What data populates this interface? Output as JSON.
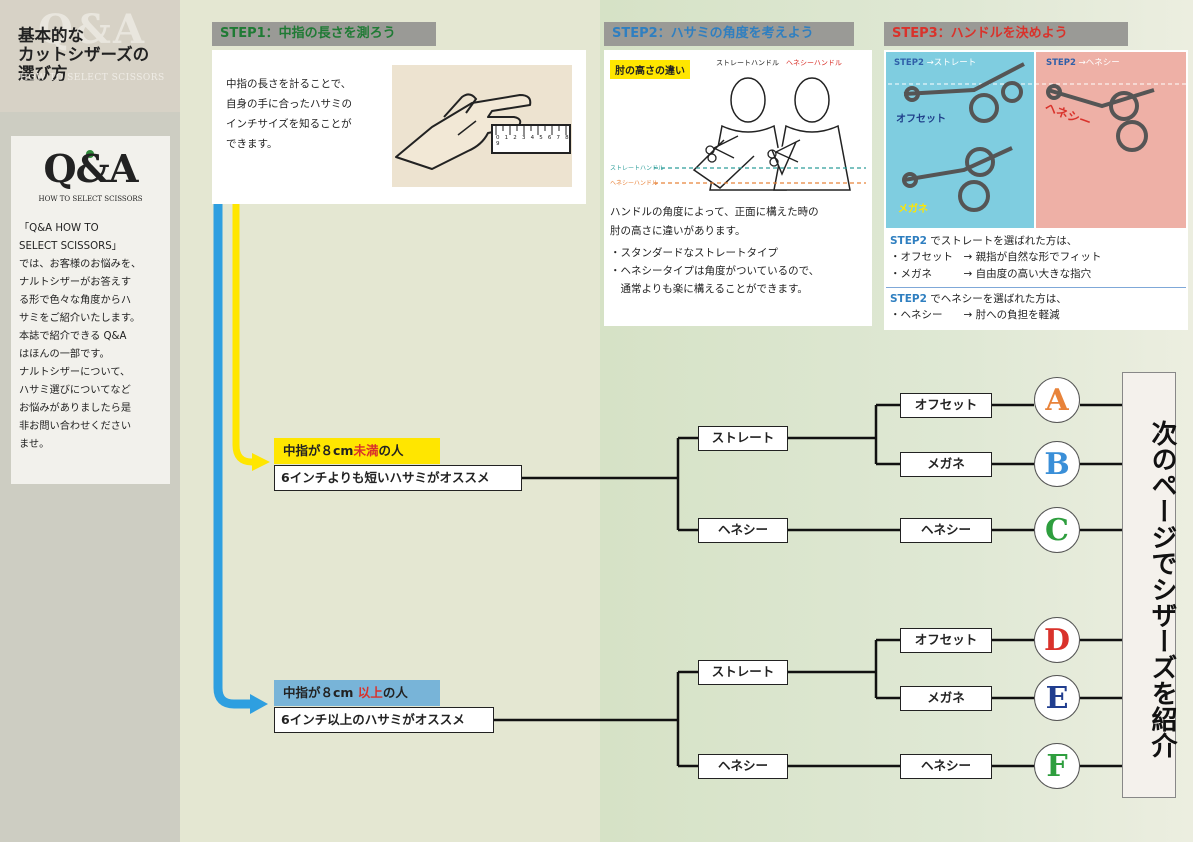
{
  "sidebar": {
    "title_ghost": "Q&A",
    "title": "基本的な\nカットシザーズの\n選び方",
    "title_sub": "HOW TO SELECT SCISSORS",
    "card_logo": "Q&A",
    "card_sub": "HOW TO SELECT SCISSORS",
    "card_text": "「Q&A HOW TO\nSELECT SCISSORS」\nでは、お客様のお悩みを、\nナルトシザーがお答えす\nる形で色々な角度からハ\nサミをご紹介いたします。\n本誌で紹介できる Q&A\nはほんの一部です。\nナルトシザーについて、\nハサミ選びについてなど\nお悩みがありましたら是\n非お問い合わせください\nませ。"
  },
  "step1": {
    "label": "STEP1：中指の長さを測ろう",
    "text": "中指の長さを計ることで、\n自身の手に合ったハサミの\nインチサイズを知ることが\nできます。",
    "ruler_numbers": "0 1 2 3 4 5 6 7 8 9"
  },
  "step2": {
    "label": "STEP2：ハサミの角度を考えよう",
    "tag": "肘の高さの違い",
    "handle_straight": "ストレートハンドル",
    "handle_offset": "ヘネシーハンドル",
    "line_straight": "ストレートハンドル",
    "line_offset": "ヘネシーハンドル",
    "text": "ハンドルの角度によって、正面に構えた時の\n肘の高さに違いがあります。",
    "bullets": "・スタンダードなストレートタイプ\n・ヘネシータイプは角度がついているので、\n　通常よりも楽に構えることができます。"
  },
  "step3": {
    "label": "STEP3：ハンドルを決めよう",
    "left_header_a": "STEP2",
    "left_header_b": "→ストレート",
    "right_header_a": "STEP2",
    "right_header_b": "→ヘネシー",
    "offset_label": "オフセット",
    "megane_label": "メガネ",
    "hennessy_label": "ヘネシー",
    "note1_lead": "STEP2",
    "note1_title": " でストレートを選ばれた方は、",
    "note1_body": "・オフセット　→ 親指が自然な形でフィット\n・メガネ　　　→ 自由度の高い大きな指穴",
    "note2_lead": "STEP2",
    "note2_title": " でヘネシーを選ばれた方は、",
    "note2_body": "・ヘネシー　　→ 肘への負担を軽減"
  },
  "tree": {
    "short_tag_a": "中指が８cm",
    "short_tag_b": "未満",
    "short_tag_c": "の人",
    "short_lead": "6インチよりも短いハサミがオススメ",
    "long_tag_a": "中指が８cm ",
    "long_tag_b": "以上",
    "long_tag_c": "の人",
    "long_lead": "6インチ以上のハサミがオススメ",
    "straight": "ストレート",
    "hennessy": "ヘネシー",
    "offset": "オフセット",
    "megane": "メガネ",
    "results": [
      "A",
      "B",
      "C",
      "D",
      "E",
      "F"
    ]
  },
  "next_page": "次のページでシザーズを紹介",
  "colors": {
    "yellow": "#ffe600",
    "blue": "#2e9fe0",
    "step1_green": "#1f7a34",
    "step2_blue": "#2f7fc0",
    "step3_red": "#d9322b",
    "orange_a": "#e8833a",
    "blue_b": "#3a8fd8",
    "green_c": "#2e9e3e",
    "red_d": "#d9322b",
    "navy_e": "#213e8f",
    "green_f": "#2e9e3e"
  }
}
